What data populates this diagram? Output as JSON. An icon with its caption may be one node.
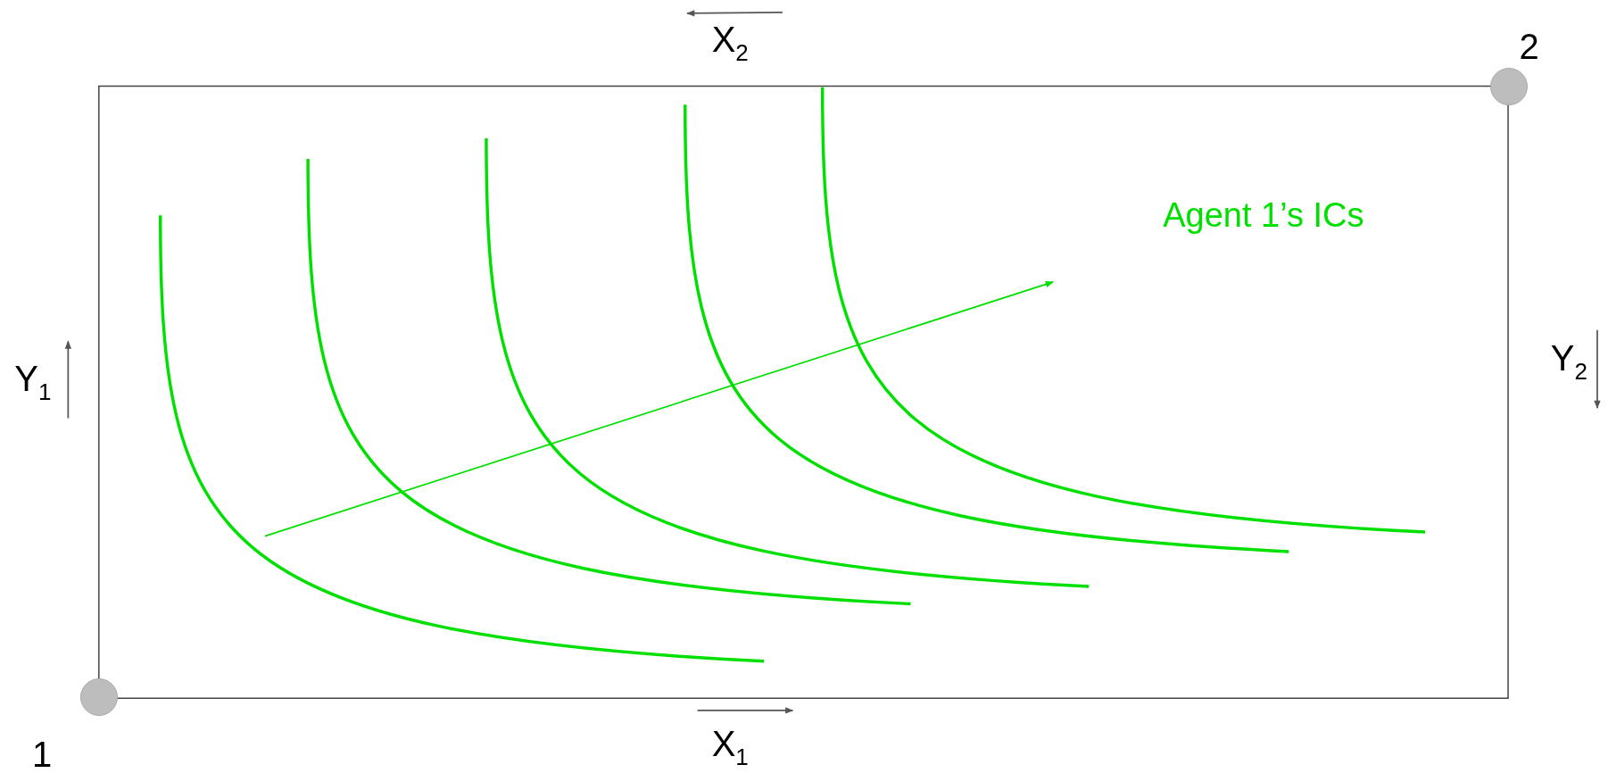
{
  "diagram": {
    "nodes": [
      {
        "text": [],
        "shape": "circle",
        "beside": [
          "2"
        ]
      },
      {
        "text": [],
        "shape": "circle",
        "beside": [
          "1"
        ]
      }
    ],
    "edges": [],
    "labels": [
      "X$_{2}$",
      "Agent 1’s ICs",
      "Y$_{1}$",
      "Y$_{2}$",
      "X$_{1}$"
    ]
  }
}
